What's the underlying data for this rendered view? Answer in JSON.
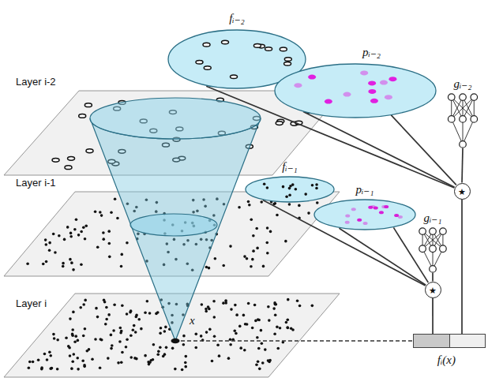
{
  "diagram": {
    "nodes": [
      {
        "text": [
          "fᵢ₋₂"
        ]
      },
      {
        "text": [
          "pᵢ₋₂"
        ]
      },
      {
        "text": [
          "gᵢ₋₂"
        ]
      },
      {
        "text": [
          "fᵢ₋₁"
        ]
      },
      {
        "text": [
          "pᵢ₋₁"
        ]
      },
      {
        "text": [
          "gᵢ₋₁"
        ]
      },
      {
        "text": [
          "★"
        ]
      },
      {
        "text": [
          "★"
        ]
      },
      {
        "text": [
          "fᵢ(x)"
        ]
      }
    ],
    "edges": [
      {
        "from": 0,
        "to": 6,
        "arrow": "none"
      },
      {
        "from": 1,
        "to": 6,
        "arrow": "none"
      },
      {
        "from": 1,
        "to": 6,
        "arrow": "none"
      },
      {
        "from": 6,
        "to": 2,
        "arrow": "none"
      },
      {
        "from": 6,
        "to": 8,
        "arrow": "none"
      },
      {
        "from": 3,
        "to": 7,
        "arrow": "none"
      },
      {
        "from": 4,
        "to": 7,
        "arrow": "none"
      },
      {
        "from": 4,
        "to": 7,
        "arrow": "none"
      },
      {
        "from": 7,
        "to": 5,
        "arrow": "none"
      },
      {
        "from": 7,
        "to": 8,
        "arrow": "none"
      }
    ],
    "labels": [
      "Layer i-2",
      "Layer i-1",
      "Layer i",
      "x"
    ]
  }
}
